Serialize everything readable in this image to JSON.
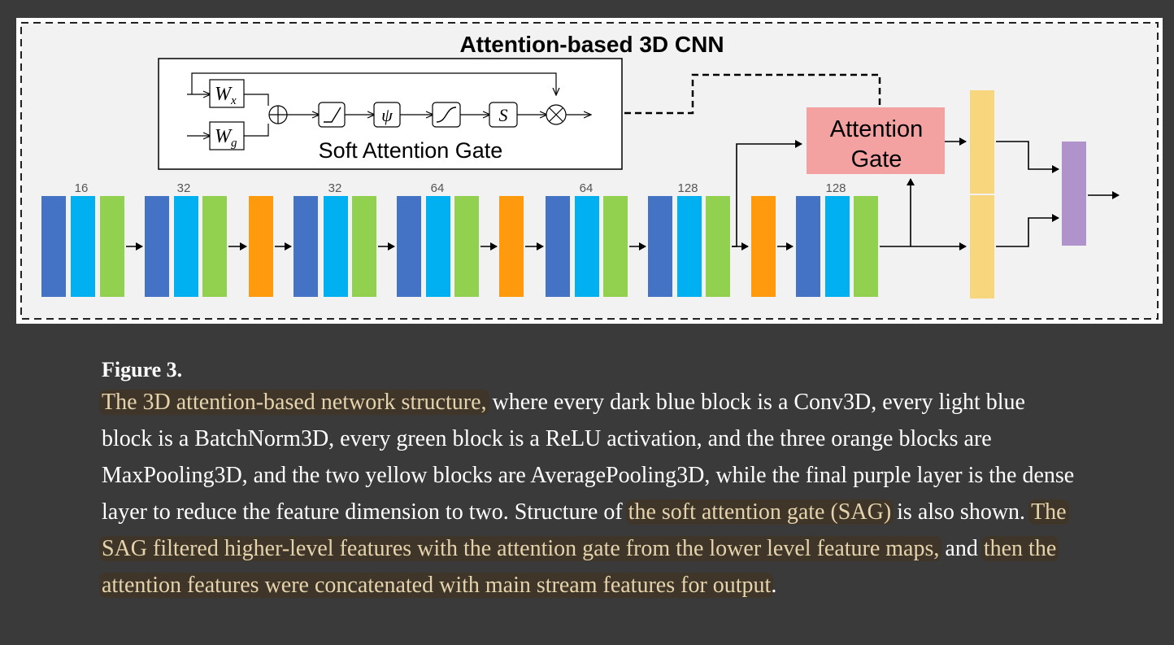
{
  "figure": {
    "title": "Attention-based 3D CNN",
    "soft_gate_label": "Soft Attention Gate",
    "gate_symbols": {
      "wx": "W",
      "wx_sub": "x",
      "wg": "W",
      "wg_sub": "g",
      "psi": "ψ",
      "sigmoid": "S"
    },
    "attention_gate_line1": "Attention",
    "attention_gate_line2": "Gate",
    "channel_labels": [
      "16",
      "32",
      "32",
      "64",
      "64",
      "128",
      "128"
    ],
    "colors": {
      "conv3d": "#4472c4",
      "batchnorm3d": "#00b0f0",
      "relu": "#92d050",
      "maxpool3d": "#ff9a0f",
      "avgpool3d": "#f8d67d",
      "dense": "#b093cb",
      "attention_gate": "#f4a1a1",
      "panel_bg": "#f2f2f2"
    }
  },
  "caption": {
    "label": "Figure 3.",
    "seg1": "The 3D attention-based network structure,",
    "seg2": " where every dark blue block is a Conv3D, every light blue block is a BatchNorm3D, every green block is a ReLU activation, and the three orange blocks are MaxPooling3D, and the two yellow blocks are AveragePooling3D, while the final purple layer is the dense layer to reduce the feature dimension to two. Structure of ",
    "seg3": "the soft attention gate (SAG)",
    "seg4": " is also shown. ",
    "seg5": "The SAG filtered higher-level features with the attention gate from the lower level feature maps,",
    "seg6": " and ",
    "seg7": "then the attention features were concatenated with main stream features for output",
    "seg8": "."
  }
}
